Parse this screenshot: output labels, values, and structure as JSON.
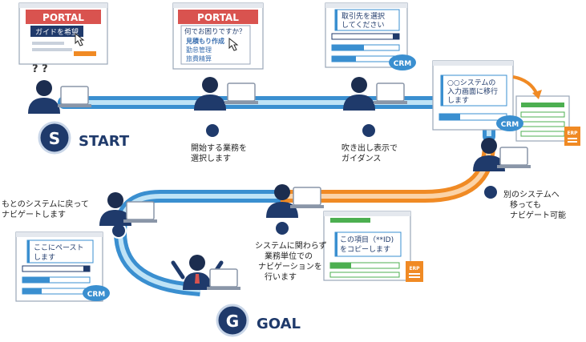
{
  "portal1": {
    "title": "PORTAL",
    "bubble": "ガイドを希望"
  },
  "portal2": {
    "title": "PORTAL",
    "menu": [
      "何でお困りですか？",
      "見積もり作成",
      "勤怠管理",
      "旅費精算"
    ]
  },
  "screen3": {
    "tooltip": [
      "取引先を選択",
      "してください"
    ],
    "badge": "CRM"
  },
  "screen4": {
    "tooltip": [
      "○○システムの",
      "入力画面に移行",
      "します"
    ],
    "badge": "CRM",
    "doc": "ERP"
  },
  "screen5": {
    "tooltip": [
      "この項目（**ID)",
      "をコピーします"
    ],
    "doc": "ERP"
  },
  "screen6": {
    "tooltip": [
      "ここにペースト",
      "します"
    ],
    "badge": "CRM"
  },
  "confused": "? ?",
  "start": {
    "letter": "S",
    "label": "START"
  },
  "goal": {
    "letter": "G",
    "label": "GOAL"
  },
  "captions": {
    "c1": [
      "開始する業務を",
      "選択します"
    ],
    "c2": [
      "吹き出し表示で",
      "ガイダンス"
    ],
    "c3": [
      "別のシステムへ",
      "移っても",
      "ナビゲート可能"
    ],
    "c4": [
      "システムに関わらず",
      "業務単位での",
      "ナビゲーションを",
      "行います"
    ],
    "c5": [
      "もとのシステムに戻って",
      "ナビゲートします"
    ]
  },
  "colors": {
    "navy": "#1f3a6b",
    "red": "#d9534f",
    "blue": "#3a8fd0",
    "lightblue": "#7cc4ec",
    "orange": "#f08a24"
  }
}
